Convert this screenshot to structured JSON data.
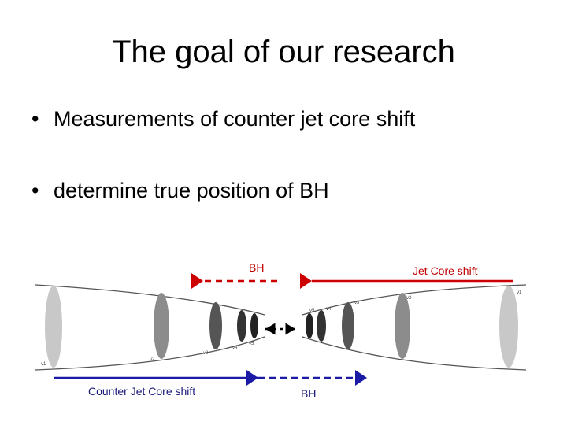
{
  "slide": {
    "title": "The goal of our research",
    "bullets": [
      "Measurements of counter jet core shift",
      "determine true position of BH"
    ]
  },
  "diagram": {
    "labels": {
      "bh_top": "BH",
      "jet_core_shift": "Jet Core shift",
      "counter_jet_core_shift": "Counter Jet Core shift",
      "bh_bottom": "BH"
    },
    "tiny_labels": {
      "left": [
        "ν1",
        "ν2",
        "ν3",
        "ν4",
        "ν5"
      ],
      "right": [
        "ν5",
        "ν4",
        "ν3",
        "ν2",
        "ν1"
      ]
    },
    "colors": {
      "red_arrow": "#cc0000",
      "blue_arrow": "#1a1aa6",
      "black_arrow": "#000000",
      "outline": "#555555"
    }
  }
}
